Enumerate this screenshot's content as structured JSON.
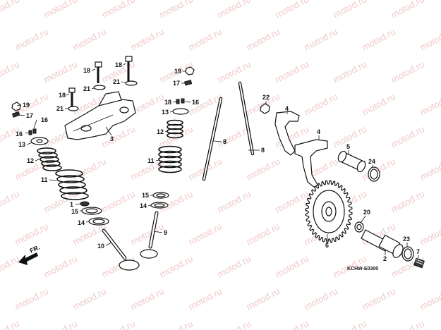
{
  "watermark": {
    "text": "motod.ru",
    "color": "#f0c9c9"
  },
  "diagram_code": "KCHW-E0300",
  "direction_arrow": {
    "label": "FR."
  },
  "callouts": [
    {
      "id": "c19a",
      "label": "19"
    },
    {
      "id": "c17a",
      "label": "17"
    },
    {
      "id": "c16a",
      "label": "16"
    },
    {
      "id": "c16b",
      "label": "16"
    },
    {
      "id": "c13a",
      "label": "13"
    },
    {
      "id": "c12a",
      "label": "12"
    },
    {
      "id": "c11a",
      "label": "11"
    },
    {
      "id": "c1",
      "label": "1"
    },
    {
      "id": "c15a",
      "label": "15"
    },
    {
      "id": "c14a",
      "label": "14"
    },
    {
      "id": "c10",
      "label": "10"
    },
    {
      "id": "c18a",
      "label": "18"
    },
    {
      "id": "c18b",
      "label": "18"
    },
    {
      "id": "c21a",
      "label": "21"
    },
    {
      "id": "c21b",
      "label": "21"
    },
    {
      "id": "c18c",
      "label": "18"
    },
    {
      "id": "c21c",
      "label": "21"
    },
    {
      "id": "c3",
      "label": "3"
    },
    {
      "id": "c19b",
      "label": "19"
    },
    {
      "id": "c17b",
      "label": "17"
    },
    {
      "id": "c18d",
      "label": "18"
    },
    {
      "id": "c16c",
      "label": "16"
    },
    {
      "id": "c13b",
      "label": "13"
    },
    {
      "id": "c12b",
      "label": "12"
    },
    {
      "id": "c11b",
      "label": "11"
    },
    {
      "id": "c15b",
      "label": "15"
    },
    {
      "id": "c14b",
      "label": "14"
    },
    {
      "id": "c9",
      "label": "9"
    },
    {
      "id": "c8a",
      "label": "8"
    },
    {
      "id": "c8b",
      "label": "8"
    },
    {
      "id": "c22",
      "label": "22"
    },
    {
      "id": "c4a",
      "label": "4"
    },
    {
      "id": "c4b",
      "label": "4"
    },
    {
      "id": "c5",
      "label": "5"
    },
    {
      "id": "c24",
      "label": "24"
    },
    {
      "id": "c6",
      "label": "6"
    },
    {
      "id": "c20",
      "label": "20"
    },
    {
      "id": "c2",
      "label": "2"
    },
    {
      "id": "c23",
      "label": "23"
    },
    {
      "id": "c7",
      "label": "7"
    }
  ]
}
